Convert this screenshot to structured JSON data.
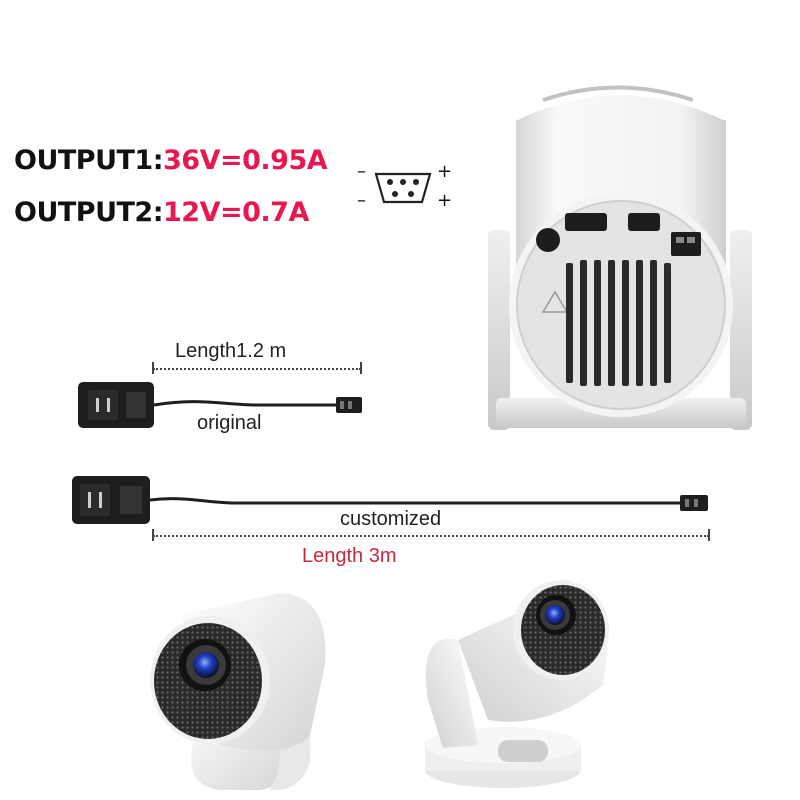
{
  "specs": {
    "output1_label": "OUTPUT1:",
    "output1_value": "36V=0.95A",
    "output2_label": "OUTPUT2:",
    "output2_value": "12V=0.7A"
  },
  "connector": {
    "minus1": "–",
    "plus1": "+",
    "minus2": "–",
    "plus2": "+"
  },
  "cables": {
    "original_length": "Length1.2 m",
    "original_label": "original",
    "customized_label": "customized",
    "customized_length": "Length 3m"
  },
  "colors": {
    "accent": "#e8174f",
    "length_red": "#c8283a"
  }
}
